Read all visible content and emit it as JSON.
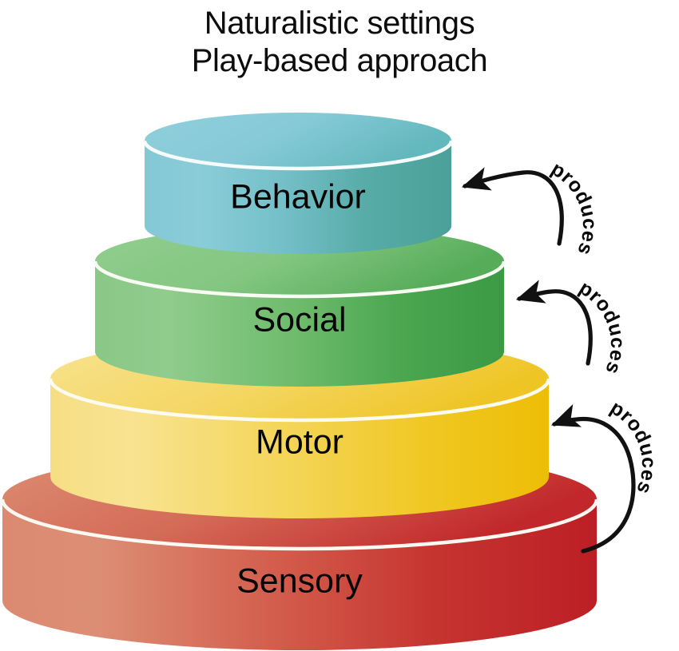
{
  "title": {
    "line1": "Naturalistic settings",
    "line2": "Play-based approach"
  },
  "diagram": {
    "type": "layered-stack-pyramid",
    "layers": [
      {
        "id": "behavior",
        "label": "Behavior",
        "order": 1,
        "position": "top",
        "color_top": "#8CCCD9",
        "color_body_left": "#7DC4D2",
        "color_body_right": "#4FA49F",
        "rim_color": "#ffffff"
      },
      {
        "id": "social",
        "label": "Social",
        "order": 2,
        "color_top": "#8ECB8A",
        "color_body_left": "#85C684",
        "color_body_right": "#3E9B46",
        "rim_color": "#ffffff"
      },
      {
        "id": "motor",
        "label": "Motor",
        "order": 3,
        "color_top": "#F7DF79",
        "color_body_left": "#F7E088",
        "color_body_right": "#EFC311",
        "rim_color": "#ffffff"
      },
      {
        "id": "sensory",
        "label": "Sensory",
        "order": 4,
        "position": "bottom",
        "color_top": "#D98268",
        "color_body_left": "#DC8A70",
        "color_body_right": "#BE2026",
        "rim_color": "#ffffff"
      }
    ],
    "arrows": [
      {
        "id": "social-produces-behavior",
        "label": "produces",
        "from": "social",
        "to": "behavior",
        "color": "#111111"
      },
      {
        "id": "motor-produces-social",
        "label": "produces",
        "from": "motor",
        "to": "social",
        "color": "#111111"
      },
      {
        "id": "sensory-produces-motor",
        "label": "produces",
        "from": "sensory",
        "to": "motor",
        "color": "#111111"
      }
    ]
  }
}
